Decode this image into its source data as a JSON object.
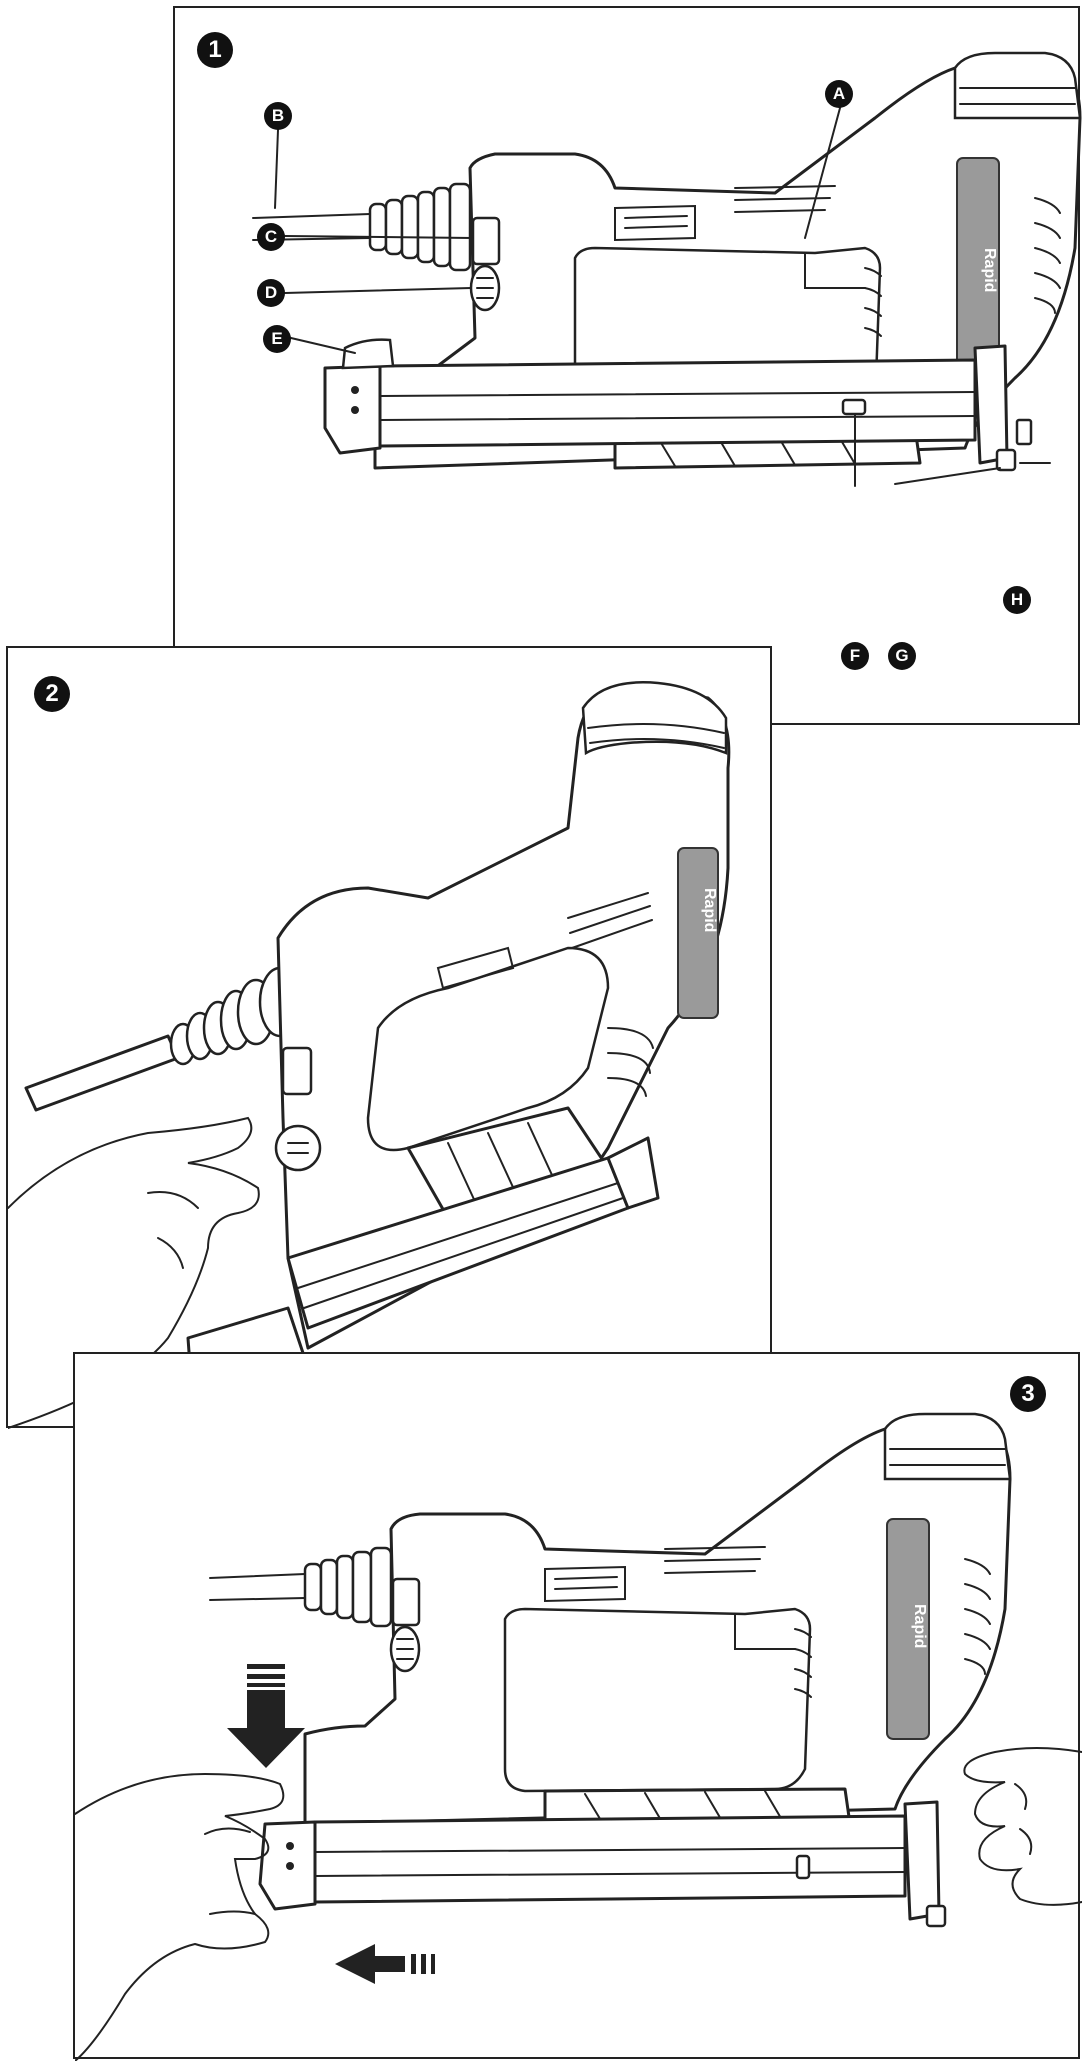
{
  "figure": {
    "panels": [
      {
        "number": "1"
      },
      {
        "number": "2"
      },
      {
        "number": "3"
      }
    ],
    "callouts": [
      "A",
      "B",
      "C",
      "D",
      "E",
      "F",
      "G",
      "H"
    ],
    "brand_label": "Rapid"
  },
  "colors": {
    "line": "#222222",
    "badge": "#111111",
    "label_panel": "#9a9a9a",
    "background": "#ffffff"
  }
}
